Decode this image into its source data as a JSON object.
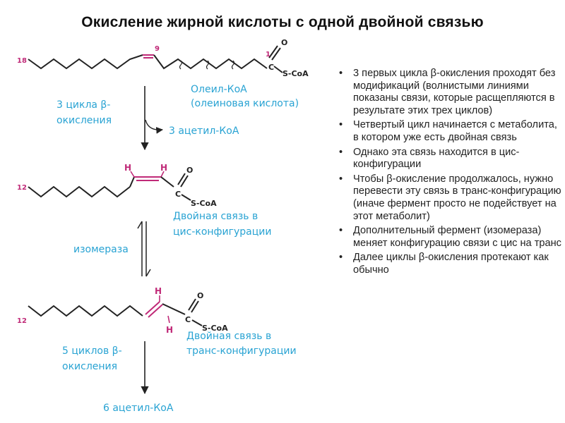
{
  "title": "Окисление жирной кислоты с одной двойной связью",
  "structures": {
    "oleoyl": {
      "carbon_first": "18",
      "carbon_double": "9",
      "carbon_last": "1",
      "o": "O",
      "c": "C",
      "scoa": "S-CoA"
    },
    "cis": {
      "carbon_first": "12",
      "h": "H",
      "o": "O",
      "c": "C",
      "scoa": "S-CoA"
    },
    "trans": {
      "carbon_first": "12",
      "h": "H",
      "o": "O",
      "c": "C",
      "scoa": "S-CoA"
    }
  },
  "labels": {
    "oleoyl_line1": "Олеил-КоА",
    "oleoyl_line2": "(олеиновая кислота)",
    "cycles3_line1": "3 цикла β-",
    "cycles3_line2": "окисления",
    "acetyl3": "3 ацетил-КоА",
    "cis_line1": "Двойная связь в",
    "cis_line2": "цис-конфигурации",
    "isomerase": "изомераза",
    "trans_line1": "Двойная связь в",
    "trans_line2": "транс-конфигурации",
    "cycles5_line1": "5 циклов β-",
    "cycles5_line2": "окисления",
    "acetyl6": "6 ацетил-КоА"
  },
  "colors": {
    "label": "#29a3d3",
    "double_bond": "#c02a78",
    "chain": "#222222"
  },
  "bullet_symbol": "•",
  "bullets": [
    "3 первых цикла β-окисления проходят без модификаций (волнистыми линиями показаны связи, которые расщепляются в результате этих трех циклов)",
    "Четвертый цикл начинается с метаболита, в котором уже есть двойная связь",
    "Однако эта связь находится в цис-конфигурации",
    "Чтобы β-окисление продолжалось, нужно перевести эту связь в транс-конфигурацию (иначе фермент просто не подействует на этот метаболит)",
    "Дополнительный фермент (изомераза) меняет конфигурацию связи с цис на транс",
    "Далее циклы β-окисления протекают как обычно"
  ]
}
